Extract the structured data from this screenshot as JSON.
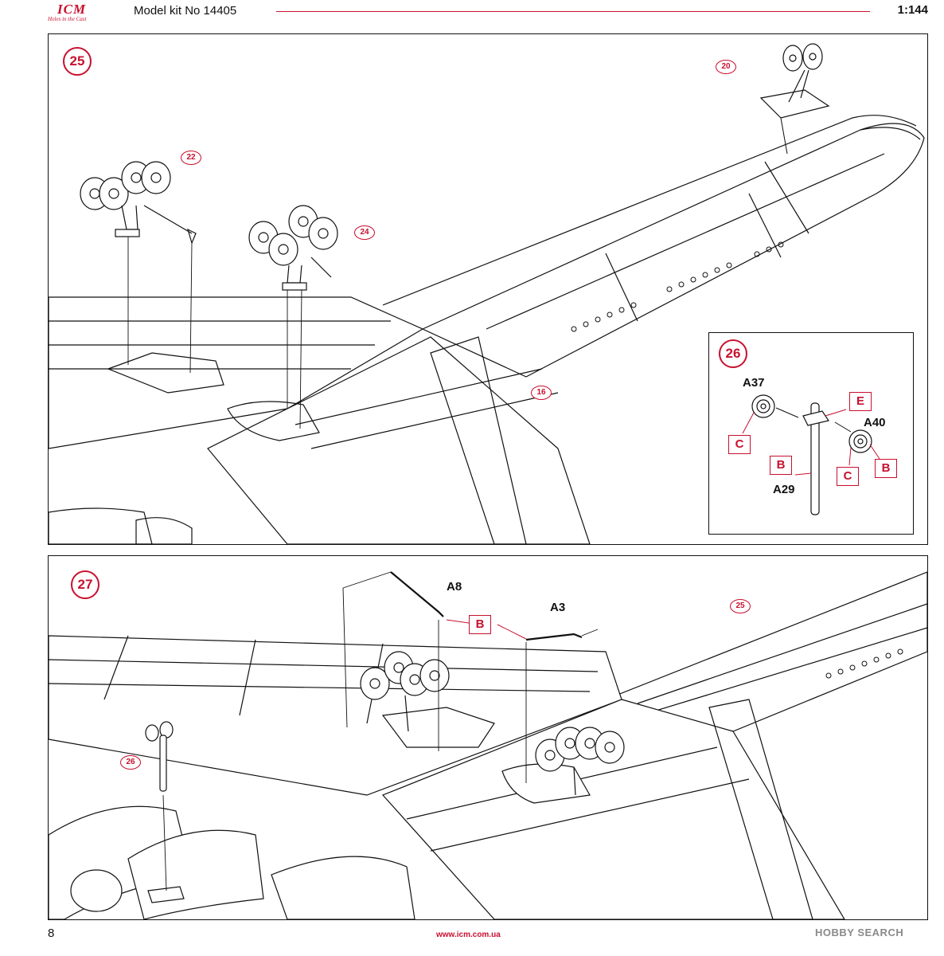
{
  "header": {
    "brand": "ICM",
    "brand_tagline": "Holes in the Cast",
    "kit_title": "Model kit No 14405",
    "scale": "1:144"
  },
  "step_25": {
    "step_number": "25",
    "refs": {
      "wheels_nose": "20",
      "wheels_left": "22",
      "wheels_right": "24",
      "fuselage": "16"
    }
  },
  "step_26": {
    "step_number": "26",
    "parts": {
      "wheel_left": "A37",
      "wheel_right": "A40",
      "strut": "A29"
    },
    "glue": {
      "c_left": "C",
      "e": "E",
      "b_right": "B",
      "c_right": "C",
      "b_strut": "B"
    }
  },
  "step_27": {
    "step_number": "27",
    "parts": {
      "rod_a8": "A8",
      "rod_a3": "A3"
    },
    "glue": {
      "b": "B"
    },
    "refs": {
      "assembly_25": "25",
      "assembly_26": "26"
    }
  },
  "footer": {
    "page_number": "8",
    "url": "www.icm.com.ua",
    "watermark": "HOBBY SEARCH"
  },
  "colors": {
    "accent": "#c8102e",
    "line": "#111111"
  }
}
